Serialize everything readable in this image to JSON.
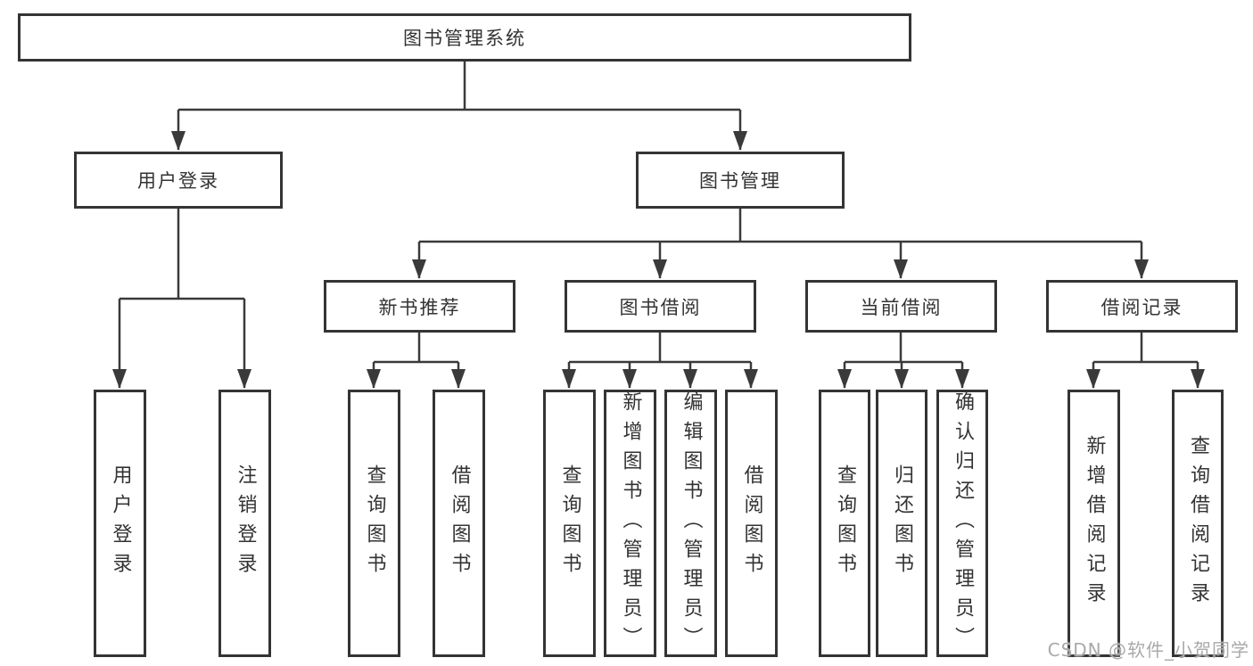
{
  "nodes": {
    "root": {
      "label": "图书管理系统"
    },
    "user_login": {
      "label": "用户登录"
    },
    "book_mgmt": {
      "label": "图书管理"
    },
    "new_book_rec": {
      "label": "新书推荐"
    },
    "book_borrow": {
      "label": "图书借阅"
    },
    "current_borrow": {
      "label": "当前借阅"
    },
    "borrow_records": {
      "label": "借阅记录"
    },
    "leaf_user_login": {
      "label": "用户登录"
    },
    "leaf_logout": {
      "label": "注销登录"
    },
    "leaf_rec_query": {
      "label": "查询图书"
    },
    "leaf_rec_borrow": {
      "label": "借阅图书"
    },
    "leaf_bb_query": {
      "label": "查询图书"
    },
    "leaf_bb_add": {
      "label": "新增图书（管理员）"
    },
    "leaf_bb_edit": {
      "label": "编辑图书（管理员）"
    },
    "leaf_bb_borrow": {
      "label": "借阅图书"
    },
    "leaf_cb_query": {
      "label": "查询图书"
    },
    "leaf_cb_return": {
      "label": "归还图书"
    },
    "leaf_cb_confirm": {
      "label": "确认归还（管理员）"
    },
    "leaf_br_add": {
      "label": "新增借阅记录"
    },
    "leaf_br_query": {
      "label": "查询借阅记录"
    }
  },
  "watermark": {
    "text": "CSDN @软件_小贺同学"
  },
  "colors": {
    "line": "#3a3a3a",
    "box_border": "#343434",
    "text": "#333333",
    "watermark": "#a9a9a9",
    "background": "#ffffff"
  }
}
